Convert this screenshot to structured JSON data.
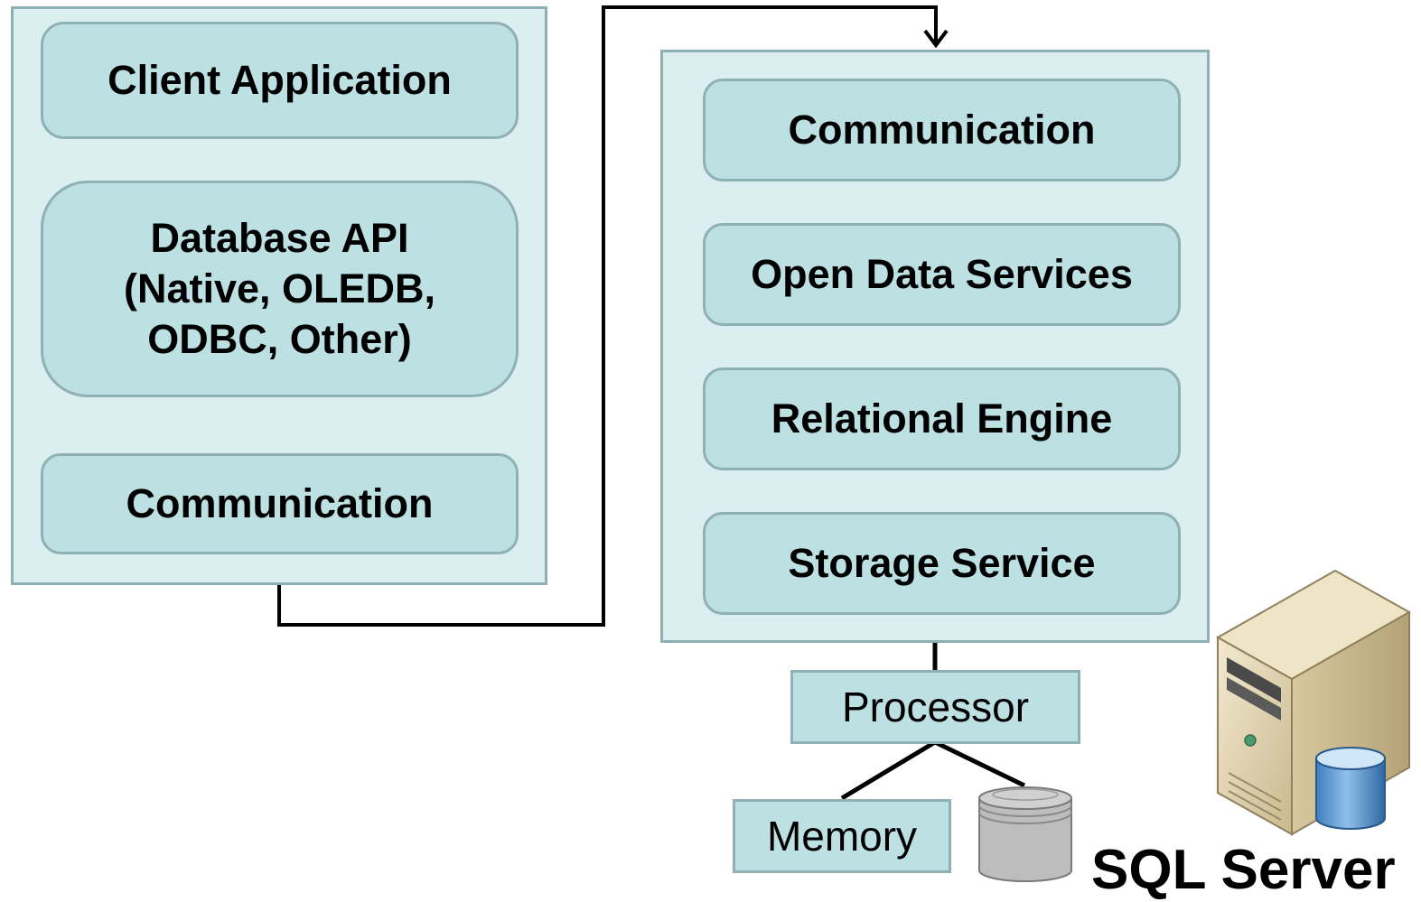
{
  "client_side": {
    "client_application": "Client Application",
    "database_api": "Database API\n(Native, OLEDB,\nODBC, Other)",
    "communication": "Communication"
  },
  "server_side": {
    "communication": "Communication",
    "open_data_services": "Open Data Services",
    "relational_engine": "Relational Engine",
    "storage_service": "Storage Service"
  },
  "hardware": {
    "processor": "Processor",
    "memory": "Memory"
  },
  "server_label": "SQL Server",
  "icons": [
    "disk-drive-icon",
    "server-tower-icon",
    "database-cylinder-icon"
  ],
  "colors": {
    "panel_fill": "#dbeef0",
    "box_fill": "#bde1e3",
    "border": "#8fb1b5",
    "line": "#000000"
  }
}
